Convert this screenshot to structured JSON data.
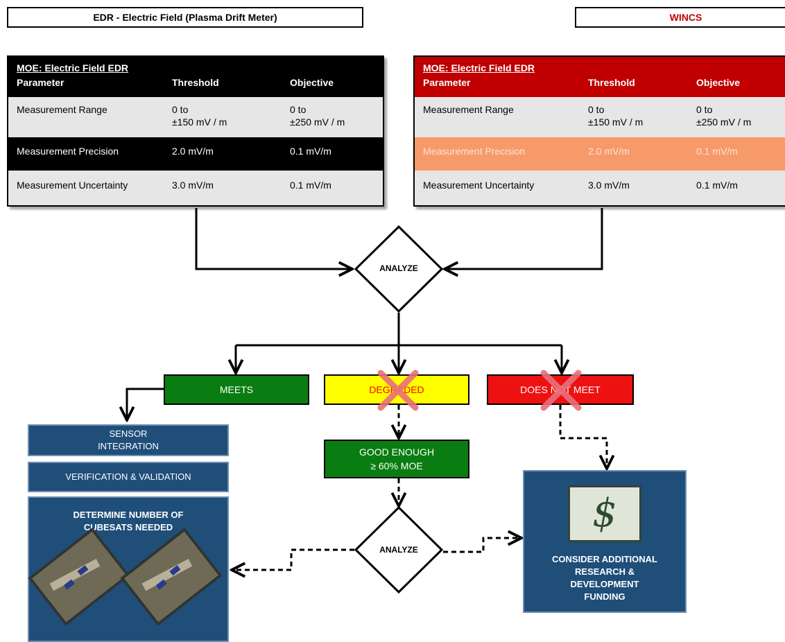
{
  "left_title": "EDR - Electric Field  (Plasma Drift Meter)",
  "right_title": "WINCS",
  "moe_left": {
    "title": "MOE: Electric Field EDR",
    "headers": [
      "Parameter",
      "Threshold",
      "Objective"
    ],
    "rows": [
      {
        "param": "Measurement Range",
        "threshold": "0 to\n±150 mV / m",
        "objective": "0 to\n±250 mV / m"
      },
      {
        "param": "Measurement Precision",
        "threshold": "2.0  mV/m",
        "objective": "0.1  mV/m"
      },
      {
        "param": "Measurement Uncertainty",
        "threshold": "3.0  mV/m",
        "objective": "0.1  mV/m"
      }
    ]
  },
  "moe_right": {
    "title": "MOE: Electric Field EDR",
    "headers": [
      "Parameter",
      "Threshold",
      "Objective"
    ],
    "rows": [
      {
        "param": "Measurement Range",
        "threshold": "0 to\n±150 mV / m",
        "objective": "0 to\n±250 mV / m"
      },
      {
        "param": "Measurement Precision",
        "threshold": "2.0  mV/m",
        "objective": "0.1  mV/m"
      },
      {
        "param": "Measurement Uncertainty",
        "threshold": "3.0  mV/m",
        "objective": "0.1  mV/m"
      }
    ]
  },
  "analyze_top": "ANALYZE",
  "analyze_bottom": "ANALYZE",
  "meets": "MEETS",
  "degraded": "DEGRADED",
  "does_not_meet": "DOES NOT MEET",
  "good_enough": "GOOD ENOUGH\n≥ 60% MOE",
  "sensor_integration": "SENSOR\nINTEGRATION",
  "verification": "VERIFICATION & VALIDATION",
  "determine": "DETERMINE NUMBER OF\nCUBESATS NEEDED",
  "consider": "CONSIDER ADDITIONAL\nRESEARCH &\nDEVELOPMENT\nFUNDING",
  "colors": {
    "green": "#0a7d12",
    "yellow": "#ffff00",
    "red": "#ee1111",
    "dark_red": "#c00000",
    "navy": "#1f4e79",
    "salmon": "#f79a6a",
    "cross": "#e8707a"
  }
}
